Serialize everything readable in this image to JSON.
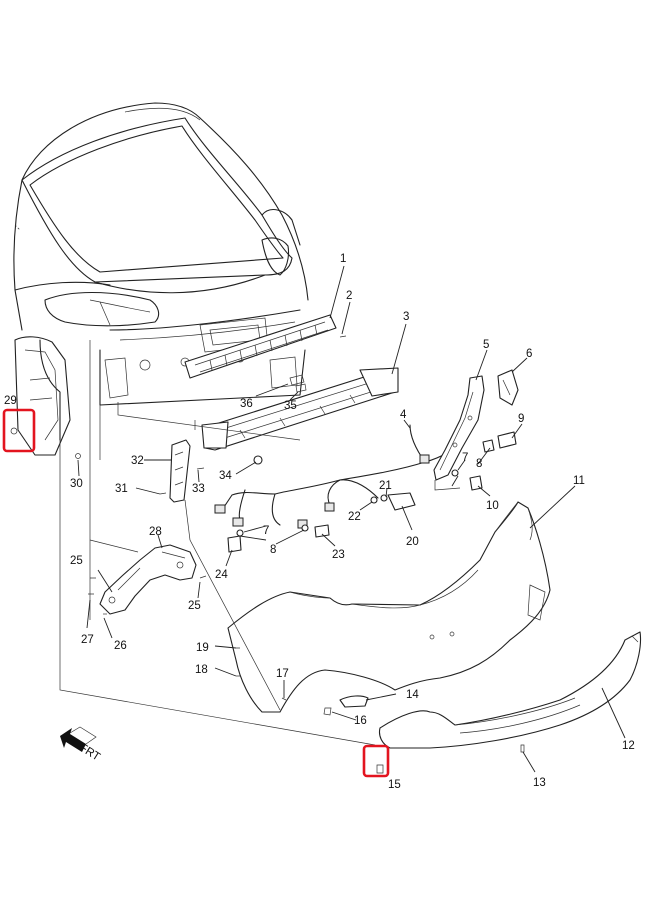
{
  "callouts": [
    "1",
    "2",
    "3",
    "4",
    "5",
    "6",
    "7",
    "8",
    "9",
    "10",
    "11",
    "12",
    "13",
    "14",
    "15",
    "16",
    "17",
    "18",
    "19",
    "20",
    "21",
    "22",
    "23",
    "24",
    "25",
    "26",
    "27",
    "28",
    "29",
    "30",
    "31",
    "32",
    "33",
    "34",
    "35",
    "36"
  ],
  "callouts_repeat": {
    "7b": "7",
    "8b": "8",
    "25b": "25"
  },
  "front_indicator": "FRT",
  "colors": {
    "highlight": "#e3141f",
    "line": "#222222",
    "background": "#ffffff"
  }
}
